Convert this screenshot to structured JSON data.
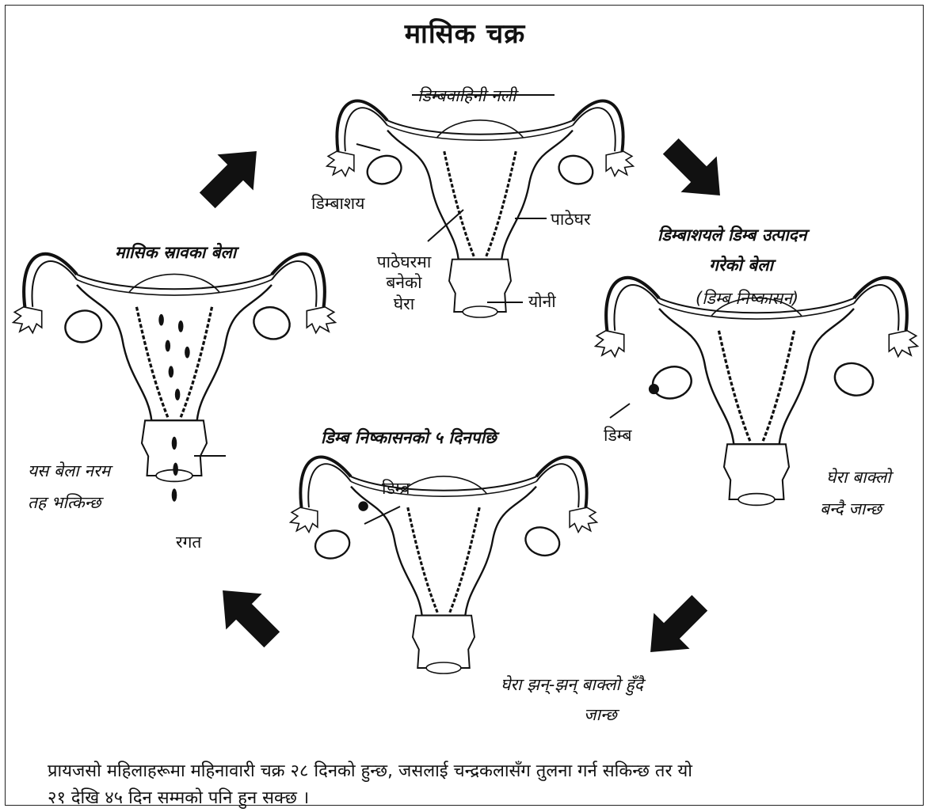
{
  "title": "मासिक चक्र",
  "stages": {
    "top": {
      "labels": {
        "tube": "डिम्बवाहिनी नली",
        "ovary": "डिम्बाशय",
        "uterus": "पाठेघर",
        "lining_1": "पाठेघरमा",
        "lining_2": "बनेको",
        "lining_3": "घेरा",
        "vagina": "योनी"
      }
    },
    "menstruation": {
      "heading": "मासिक स्रावका बेला",
      "note_1": "यस बेला नरम",
      "note_2": "तह भत्किन्छ",
      "blood": "रगत"
    },
    "ovulation": {
      "heading_1": "डिम्बाशयले डिम्ब उत्पादन",
      "heading_2": "गरेको बेला",
      "subheading": "(डिम्ब निष्कासन)",
      "egg": "डिम्ब",
      "note_1": "घेरा बाक्लो",
      "note_2": "बन्दै जान्छ"
    },
    "post_ovulation": {
      "heading": "डिम्ब निष्कासनको ५ दिनपछि",
      "egg": "डिम्ब",
      "note_1": "घेरा झन्-झन् बाक्लो हुँदै",
      "note_2": "जान्छ"
    }
  },
  "caption": {
    "line_1": "प्रायजसो महिलाहरूमा महिनावारी चक्र २८ दिनको हुन्छ, जसलाई चन्द्रकलासँग तुलना गर्न सकिन्छ तर यो",
    "line_2": "२१ देखि ४५ दिन सम्मको पनि हुन सक्छ ।"
  },
  "icons": [
    "uterus-diagram",
    "arrow-icon"
  ]
}
